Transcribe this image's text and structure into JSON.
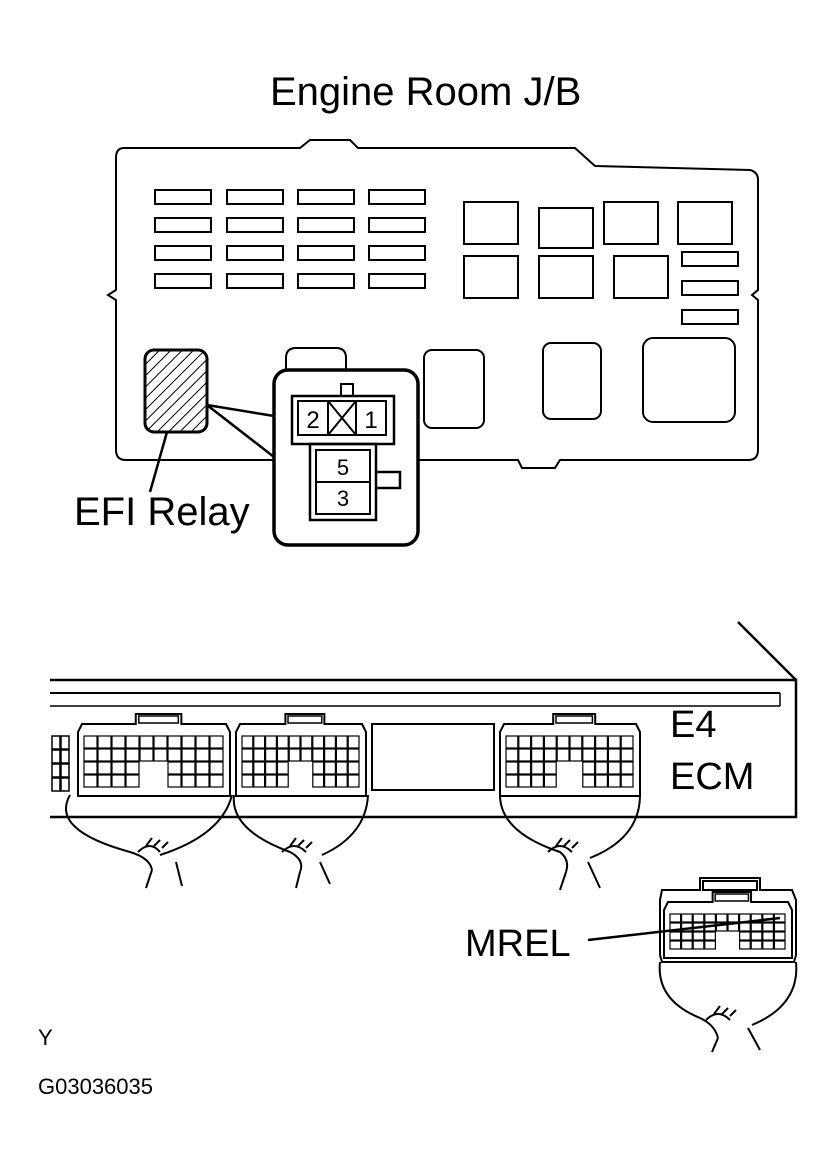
{
  "junction_block": {
    "title": "Engine Room J/B",
    "relay_label": "EFI Relay",
    "relay_pins": {
      "pin_a": "2",
      "pin_b": "1",
      "pin_c": "5",
      "pin_d": "3"
    }
  },
  "ecm": {
    "connector_code": "E4",
    "unit_name": "ECM",
    "terminal_label": "MREL"
  },
  "footer": {
    "mark": "Y",
    "figure_code": "G03036035"
  }
}
